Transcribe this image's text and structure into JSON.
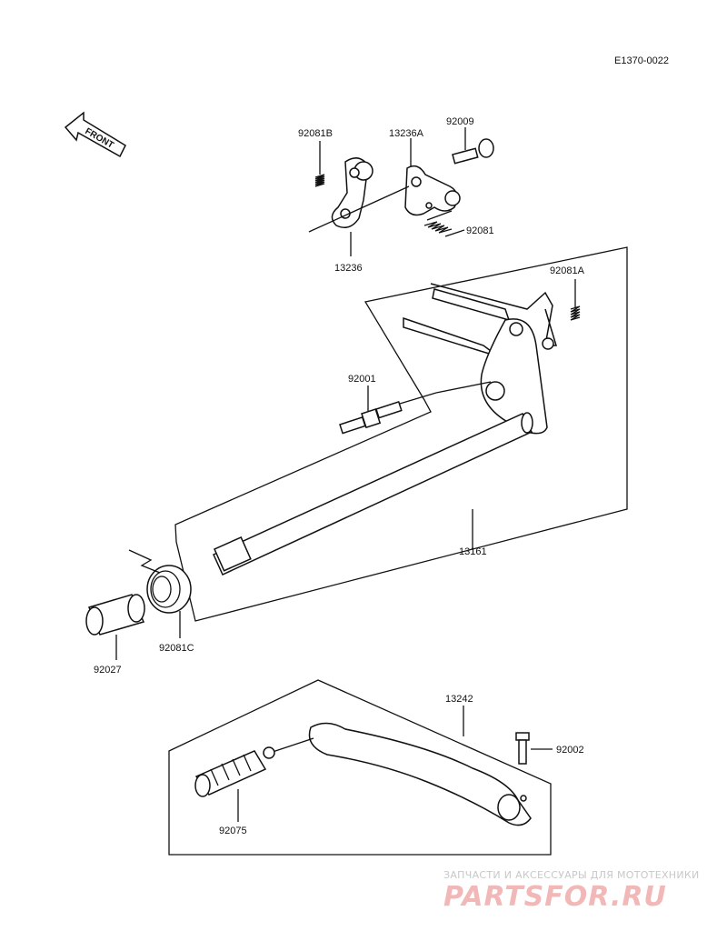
{
  "diagram_code": "E1370-0022",
  "front_label": "FRONT",
  "parts": {
    "p_92081B": "92081B",
    "p_13236A": "13236A",
    "p_92009": "92009",
    "p_92081": "92081",
    "p_13236": "13236",
    "p_92081A": "92081A",
    "p_92001": "92001",
    "p_13161": "13161",
    "p_92027": "92027",
    "p_92081C": "92081C",
    "p_13242": "13242",
    "p_92002": "92002",
    "p_92075": "92075"
  },
  "watermark": {
    "tagline": "ЗАПЧАСТИ И АКСЕССУАРЫ ДЛЯ МОТОТЕХНИКИ",
    "logo": "PARTSFOR.RU"
  }
}
